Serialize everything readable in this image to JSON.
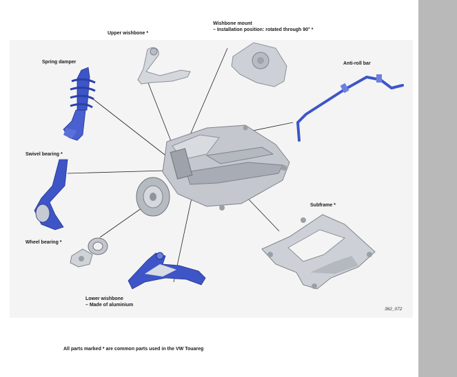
{
  "labels": {
    "upper_wishbone": "Upper wishbone *",
    "wishbone_mount": "Wishbone mount",
    "wishbone_mount_note": "– Installation position: rotated through 90° *",
    "spring_damper": "Spring damper",
    "anti_roll_bar": "Anti-roll bar",
    "swivel_bearing": "Swivel bearing *",
    "subframe": "Subframe *",
    "wheel_bearing": "Wheel bearing *",
    "lower_wishbone": "Lower wishbone",
    "lower_wishbone_note": "– Made of aluminium"
  },
  "figure_id": "362_072",
  "footer_note": "All parts marked * are common parts used in the VW Touareg",
  "colors": {
    "component_blue": "#3e55c8",
    "component_grey": "#c9ccd2",
    "sidebar": "#b9b9b9",
    "figure_background": "#f4f4f4"
  }
}
